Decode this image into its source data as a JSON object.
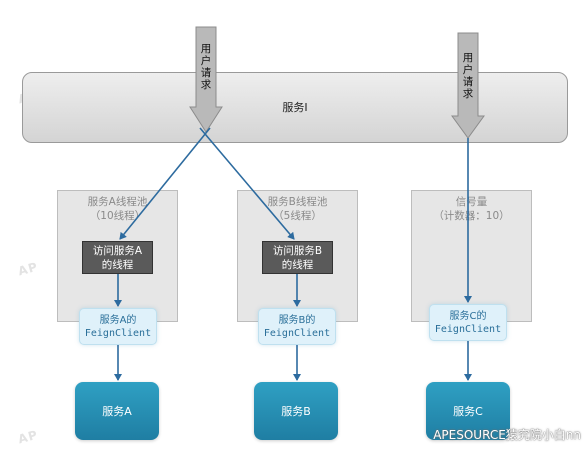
{
  "service_i": {
    "label": "服务I"
  },
  "user_request": {
    "label": "用户请求",
    "chars": [
      "用",
      "户",
      "请",
      "求"
    ]
  },
  "pool_a": {
    "title": "服务A线程池",
    "subtitle": "（10线程）",
    "thread_line1": "访问服务A",
    "thread_line2": "的线程",
    "feign_line1": "服务A的",
    "feign_line2": "FeignClient",
    "service": "服务A"
  },
  "pool_b": {
    "title": "服务B线程池",
    "subtitle": "（5线程）",
    "thread_line1": "访问服务B",
    "thread_line2": "的线程",
    "feign_line1": "服务B的",
    "feign_line2": "FeignClient",
    "service": "服务B"
  },
  "semaphore_c": {
    "title": "信号量",
    "subtitle": "（计数器：10）",
    "feign_line1": "服务C的",
    "feign_line2": "FeignClient",
    "service": "服务C"
  },
  "watermarks": {
    "brand": "AP",
    "corner": "APESOURCE猿究院小白nn"
  },
  "colors": {
    "arrow": "#2d6b9f",
    "gray_arrow": "#aaaaaa",
    "service_blue": "#2590b6"
  }
}
